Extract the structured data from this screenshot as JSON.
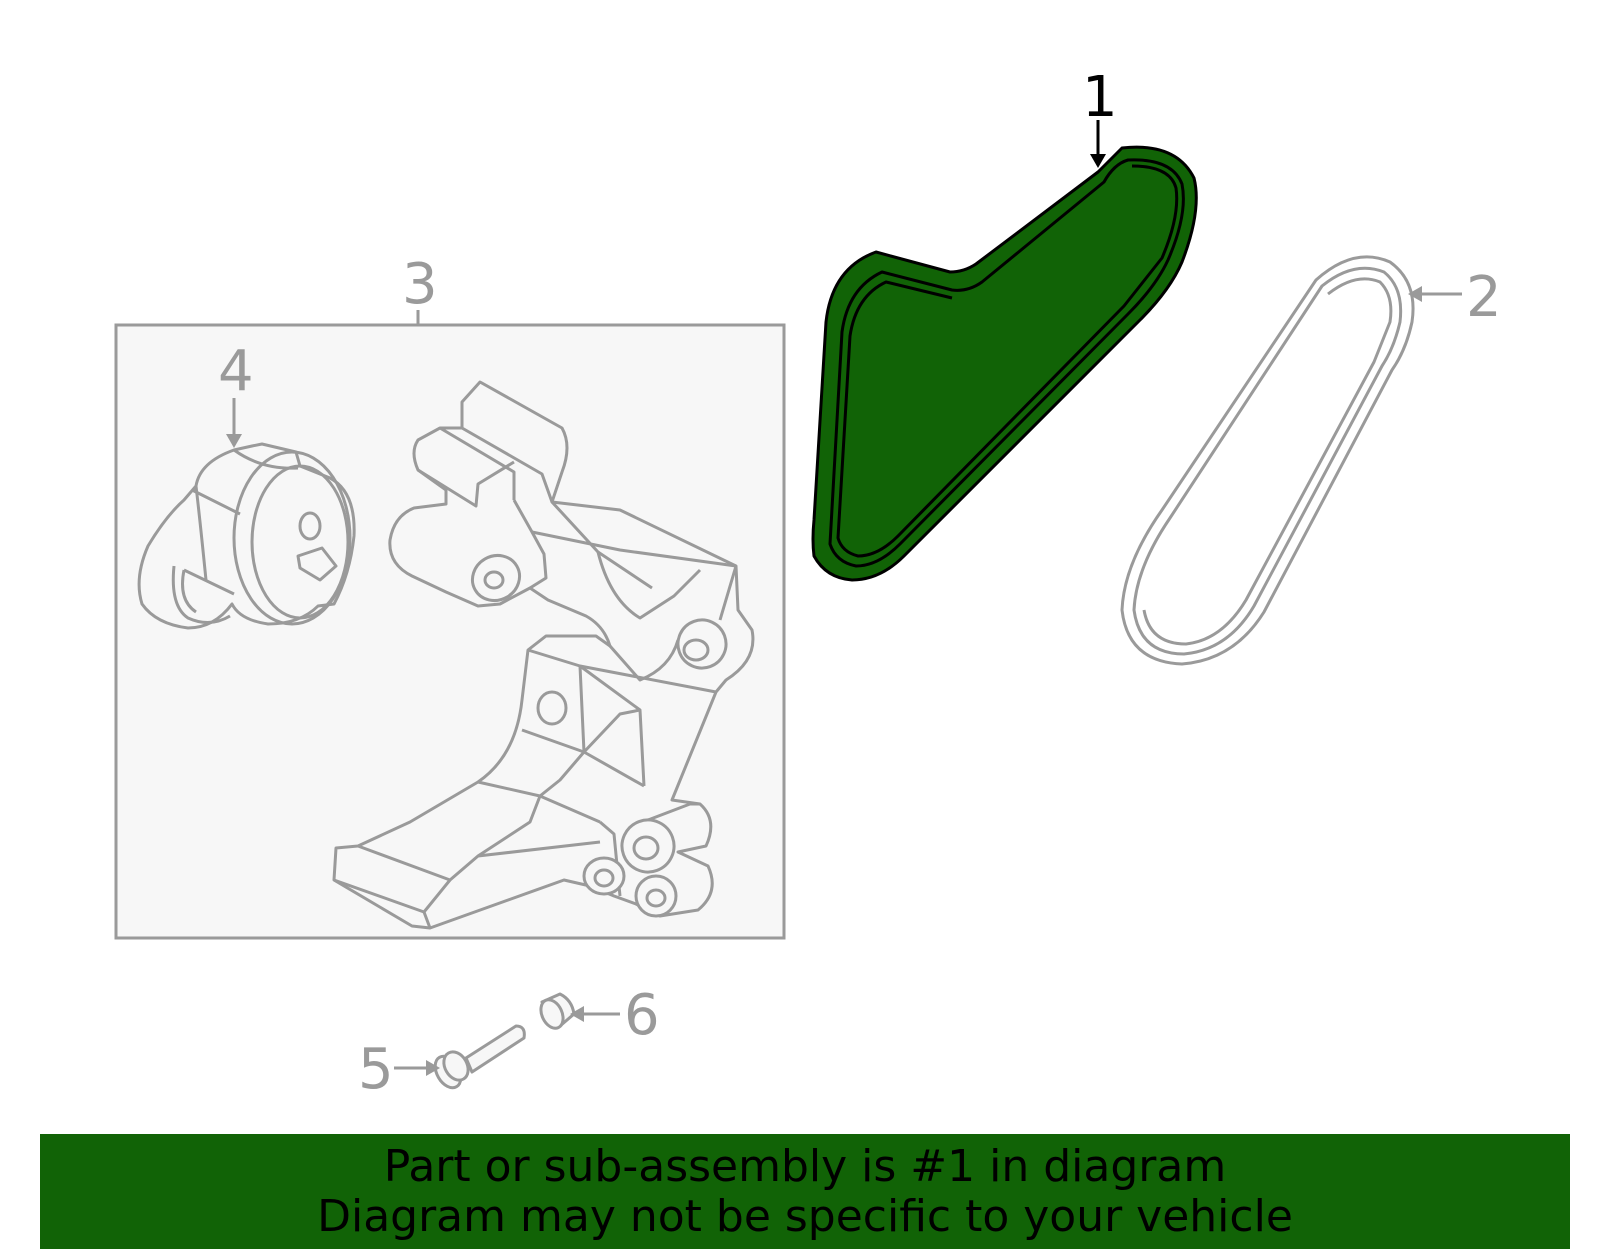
{
  "callouts": {
    "c1": "1",
    "c2": "2",
    "c3": "3",
    "c4": "4",
    "c5": "5",
    "c6": "6"
  },
  "banner": {
    "line1": "Part or sub-assembly is #1 in diagram",
    "line2": "Diagram may not be specific to your vehicle"
  },
  "colors": {
    "highlight": "#116306",
    "line_gray": "#9a9a9a",
    "box_fill": "#f7f7f7",
    "text_dark": "#000000"
  }
}
